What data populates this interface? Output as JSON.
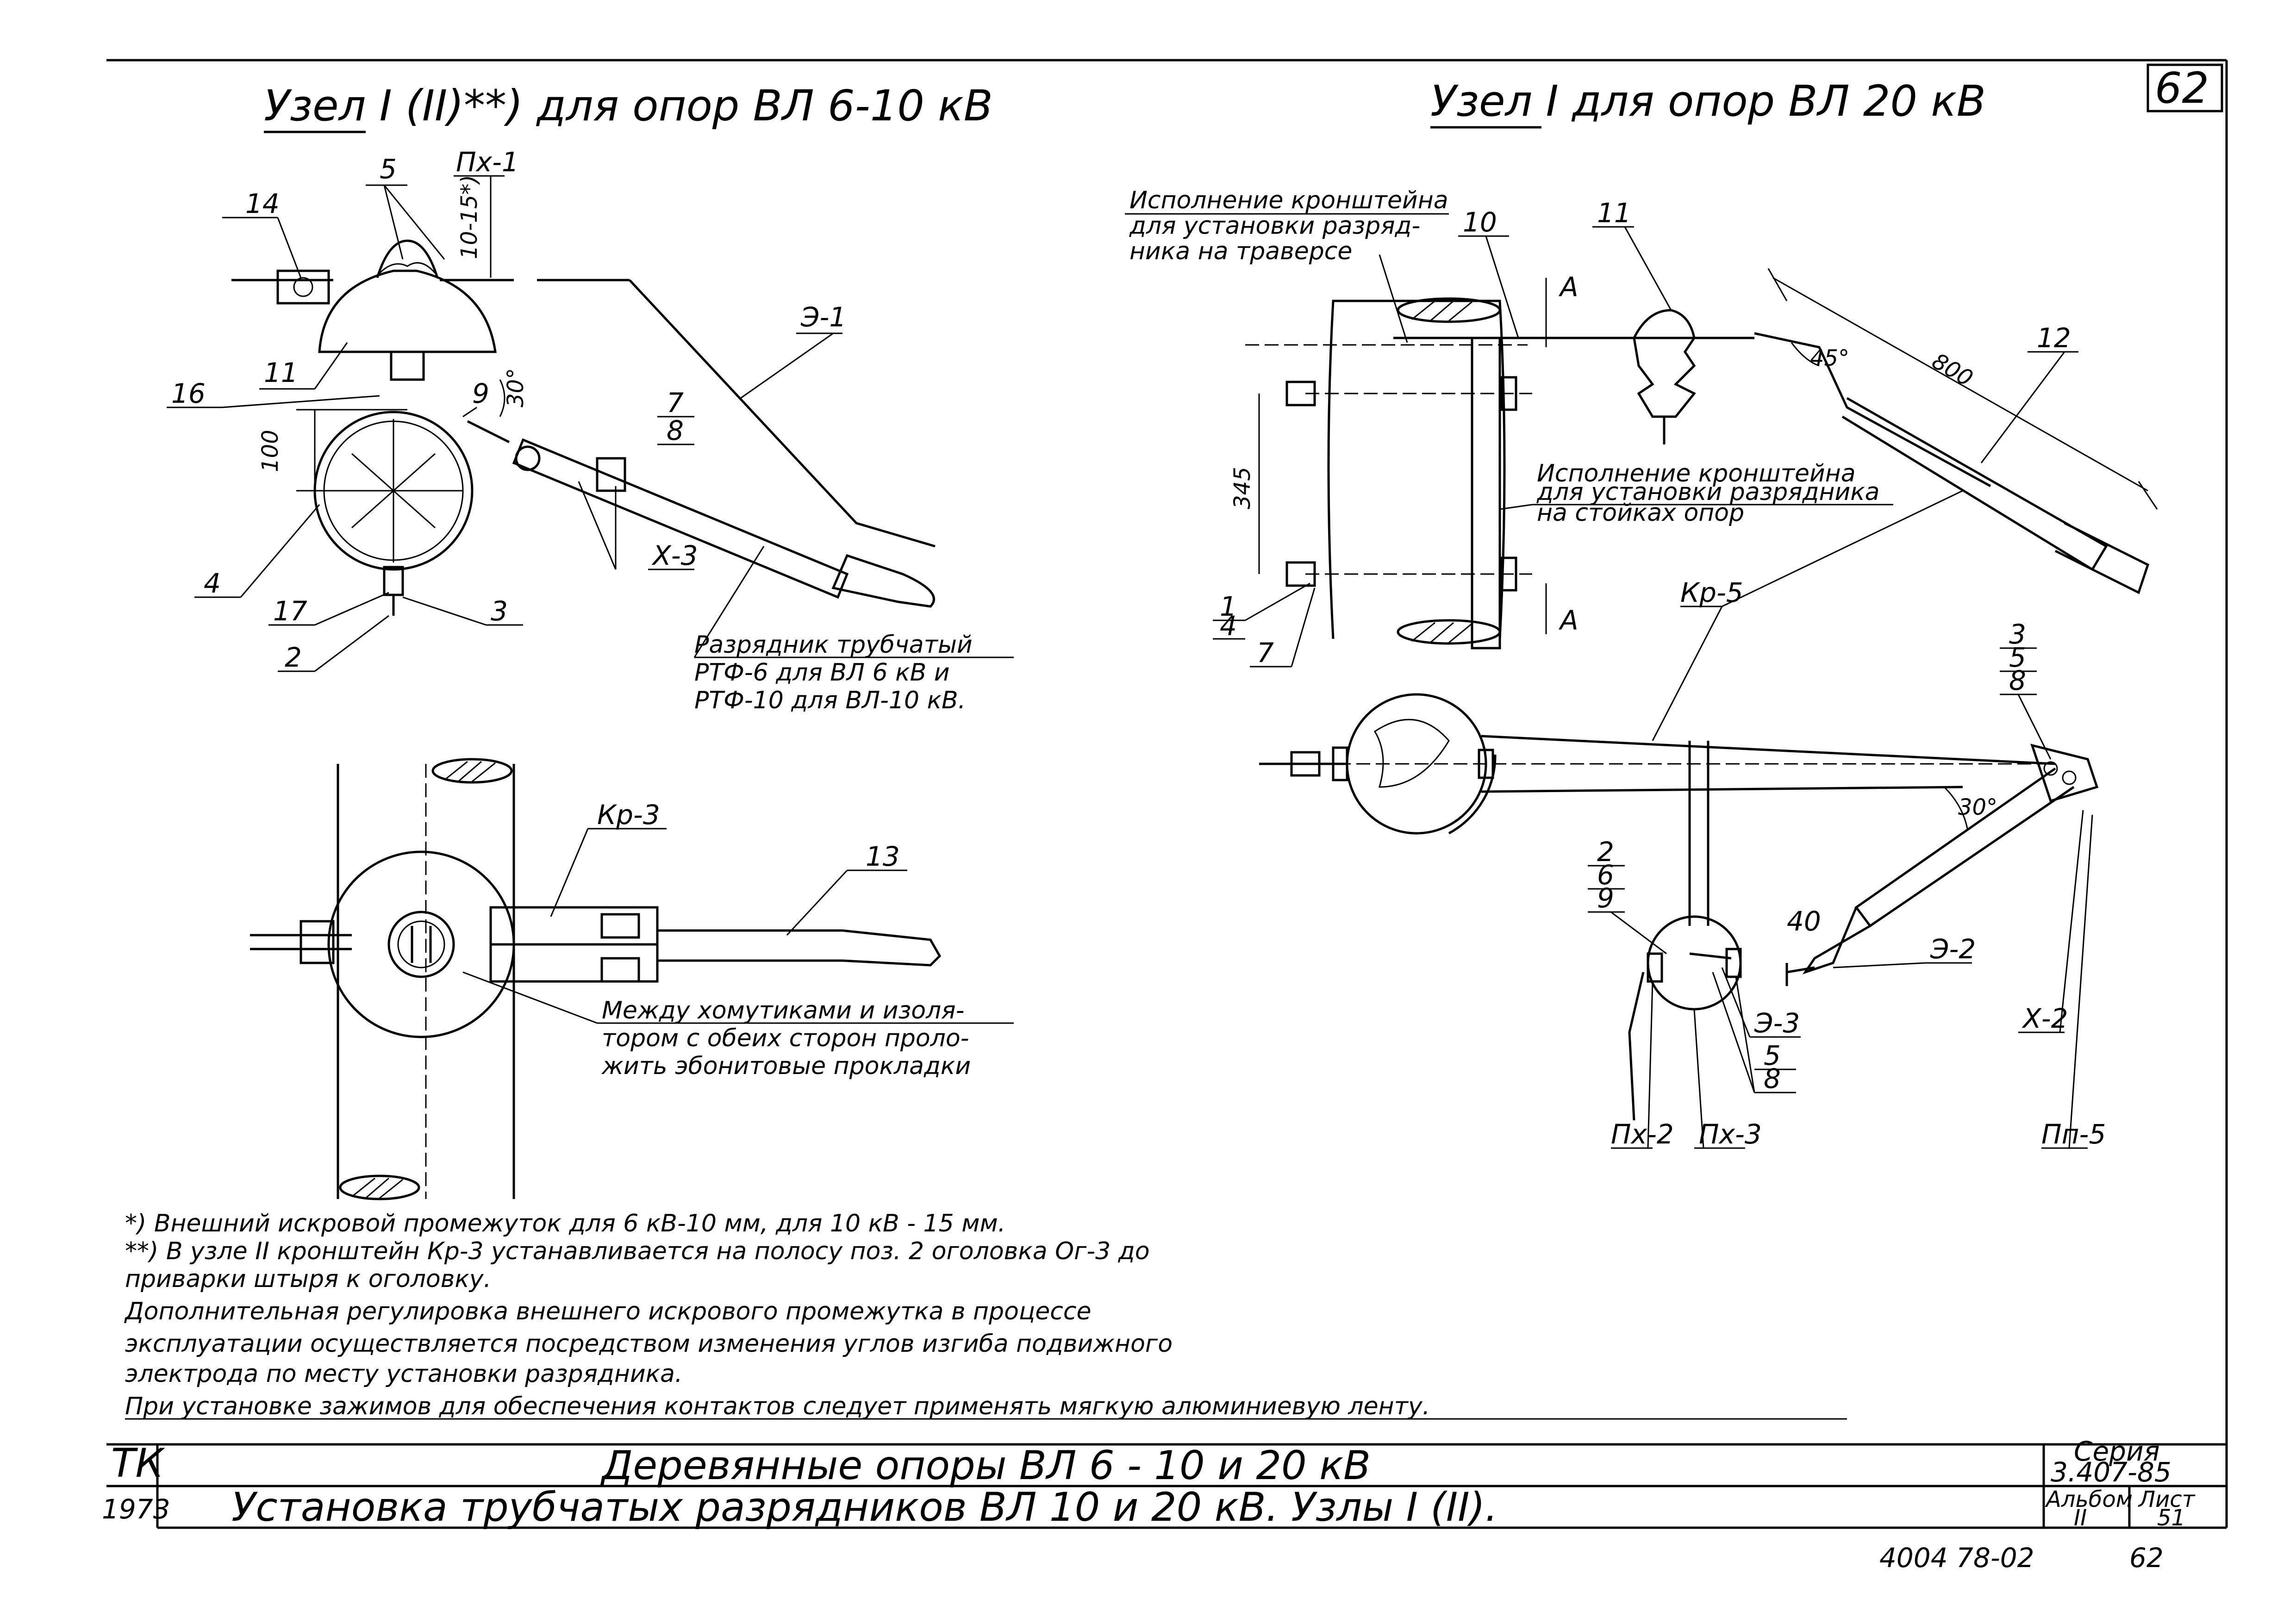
{
  "sheet": {
    "page_number": "62",
    "title_left": "Узел I (II)**) для опор ВЛ 6-10 кВ",
    "title_right": "Узел I для опор ВЛ 20 кВ"
  },
  "left_labels": {
    "l14": "14",
    "l5": "5",
    "px1": "Пх-1",
    "gap": "10-15*)",
    "e1": "Э-1",
    "l11": "11",
    "l16": "16",
    "l9": "9",
    "angle30": "30°",
    "l7": "7",
    "l8": "8",
    "dim100": "100",
    "x3": "Х-3",
    "l4": "4",
    "l17": "17",
    "l3": "3",
    "l2": "2",
    "arrester_1": "Разрядник трубчатый",
    "arrester_2": "РТФ-6 для ВЛ 6 кВ и",
    "arrester_3": "РТФ-10 для ВЛ-10 кВ.",
    "kp3": "Кр-3",
    "l13": "13",
    "between_1": "Между хомутиками и изоля-",
    "between_2": "тором с обеих сторон проло-",
    "between_3": "жить эбонитовые прокладки"
  },
  "right_labels": {
    "bracket_tr_1": "Исполнение кронштейна",
    "bracket_tr_2": "для установки разряд-",
    "bracket_tr_3": "ника на траверсе",
    "l10": "10",
    "l11": "11",
    "l12": "12",
    "dimA_top": "А",
    "dimA_bot": "А",
    "angle45": "45°",
    "dim800": "800",
    "dim345": "345",
    "bracket_st_1": "Исполнение кронштейна",
    "bracket_st_2": "для установки разрядника",
    "bracket_st_3": "на стойках опор",
    "l1": "1",
    "l4": "4",
    "l7": "7",
    "kp5": "Кр-5",
    "s358_1": "3",
    "s358_2": "5",
    "s358_3": "8",
    "angle30": "30°",
    "s269_1": "2",
    "s269_2": "6",
    "s269_3": "9",
    "dim40": "40",
    "e2": "Э-2",
    "e3": "Э-3",
    "x2": "Х-2",
    "s58_1": "5",
    "s58_2": "8",
    "px2": "Пх-2",
    "px3": "Пх-3",
    "pp5": "Пп-5"
  },
  "notes": {
    "n1": "*) Внешний искровой промежуток для 6 кВ-10 мм, для 10 кВ - 15 мм.",
    "n2a": "**) В узле II кронштейн Кр-3 устанавливается на полосу поз. 2 оголовка Ог-3 до",
    "n2b": "приварки штыря к оголовку.",
    "n3a": "Дополнительная регулировка внешнего искрового промежутка в процессе",
    "n3b": "эксплуатации осуществляется посредством изменения углов изгиба подвижного",
    "n3c": "электрода по месту установки разрядника.",
    "n4": "При установке зажимов для обеспечения контактов следует применять мягкую алюминиевую ленту."
  },
  "stamp": {
    "tk": "ТК",
    "year": "1973",
    "row1": "Деревянные опоры ВЛ 6 - 10 и 20 кВ",
    "row2": "Установка трубчатых разрядников ВЛ 10 и 20 кВ. Узлы I (II).",
    "series_label": "Серия",
    "series_value": "3.407-85",
    "album_label": "Альбом",
    "album_value": "II",
    "sheet_label": "Лист",
    "sheet_value": "51",
    "doc_code": "4004 78-02",
    "page_bottom": "62"
  }
}
